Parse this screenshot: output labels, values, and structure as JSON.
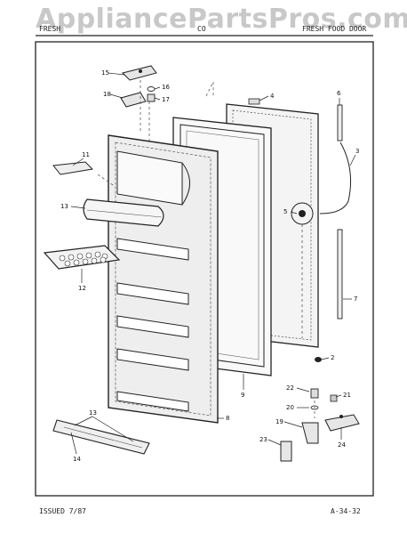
{
  "watermark": "AppliancePartsPros.com",
  "header": {
    "left": "FRESH",
    "center": "CO",
    "right": "FRESH FOOD DOOR"
  },
  "footer": {
    "left": "ISSUED 7/87",
    "right": "A-34-32"
  },
  "callouts": [
    "15",
    "16",
    "18",
    "17",
    "4",
    "6",
    "3",
    "11",
    "13",
    "5",
    "12",
    "7",
    "2",
    "9",
    "22",
    "21",
    "20",
    "8",
    "19",
    "24",
    "13",
    "23",
    "14"
  ]
}
